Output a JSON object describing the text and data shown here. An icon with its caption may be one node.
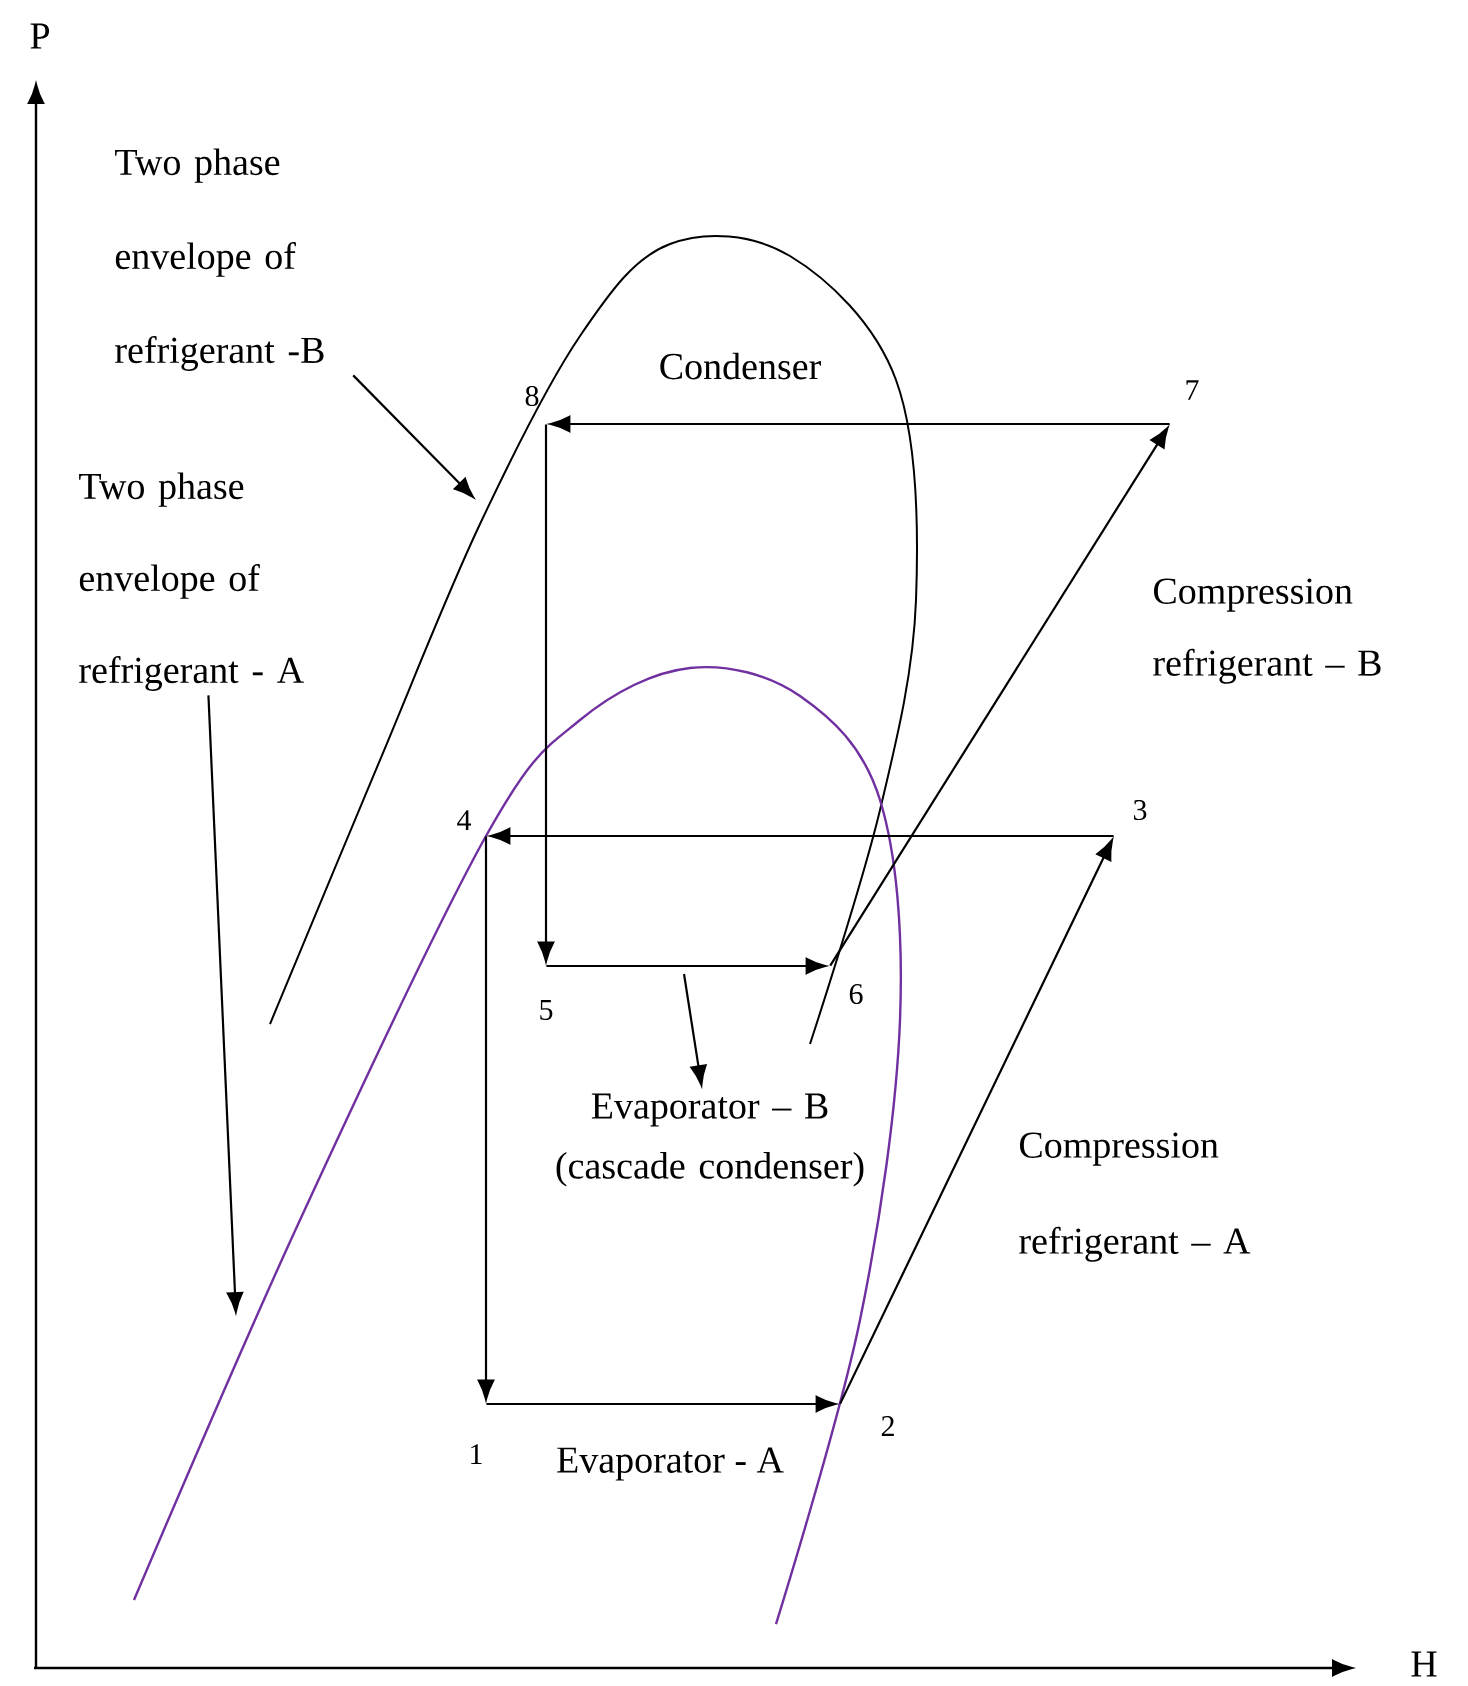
{
  "diagram": {
    "nodes": [
      {
        "text": [
          "Two phase envelope of refrigerant -B"
        ]
      },
      {
        "text": [
          "8"
        ]
      },
      {
        "text": [
          "7"
        ]
      },
      {
        "text": [
          "Two phase envelope of refrigerant - A"
        ]
      },
      {
        "text": [
          "4"
        ]
      },
      {
        "text": [
          "3"
        ]
      },
      {
        "text": [
          "5"
        ]
      },
      {
        "text": [
          "6"
        ]
      },
      {
        "text": [
          "Evaporator – B (cascade condenser)"
        ]
      },
      {
        "text": [
          "1"
        ]
      },
      {
        "text": [
          "2"
        ]
      }
    ],
    "edges": [
      {
        "from": 2,
        "to": 1,
        "arrow": "to"
      },
      {
        "from": 1,
        "to": 6,
        "arrow": "to"
      },
      {
        "from": 6,
        "to": 7,
        "arrow": "to"
      },
      {
        "from": 7,
        "to": 2,
        "arrow": "to"
      },
      {
        "from": 5,
        "to": 4,
        "arrow": "to"
      },
      {
        "from": 4,
        "to": 9,
        "arrow": "to"
      },
      {
        "from": 9,
        "to": 10,
        "arrow": "to"
      },
      {
        "from": 10,
        "to": 5,
        "arrow": "to"
      },
      {
        "from": 0,
        "to": null,
        "arrow": "to"
      },
      {
        "from": 3,
        "to": null,
        "arrow": "to"
      },
      {
        "from": null,
        "to": 8,
        "arrow": "to"
      }
    ],
    "labels": [
      "P",
      "Condenser",
      "Compression refrigerant – B",
      "Compression refrigerant – A",
      "Evaporator - A",
      "H"
    ]
  }
}
